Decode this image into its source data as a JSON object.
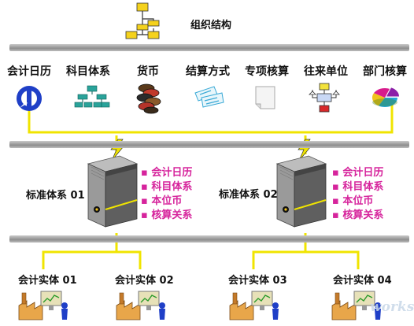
{
  "header": {
    "title": "组织结构"
  },
  "modules": [
    {
      "label": "会计日历",
      "icon": "calendar-logo-icon"
    },
    {
      "label": "科目体系",
      "icon": "account-tree-icon"
    },
    {
      "label": "货币",
      "icon": "coin-stack-icon"
    },
    {
      "label": "结算方式",
      "icon": "payment-cards-icon"
    },
    {
      "label": "专项核算",
      "icon": "document-icon"
    },
    {
      "label": "往来单位",
      "icon": "network-flow-icon"
    },
    {
      "label": "部门核算",
      "icon": "pie-chart-icon"
    }
  ],
  "systems": [
    {
      "label": "标准体系 01",
      "items": [
        "▪ 会计日历",
        "▪ 科目体系",
        "▪ 本位币",
        "▪ 核算关系"
      ]
    },
    {
      "label": "标准体系 02",
      "items": [
        "▪ 会计日历",
        "▪ 科目体系",
        "▪ 本位币",
        "▪ 核算关系"
      ]
    }
  ],
  "entities": [
    {
      "label": "会计实体 01"
    },
    {
      "label": "会计实体 02"
    },
    {
      "label": "会计实体 03"
    },
    {
      "label": "会计实体 04"
    }
  ],
  "watermark": "works",
  "colors": {
    "connector": "#f0e400",
    "accent_text": "#d6249c",
    "bar": "#a0a0a0"
  }
}
